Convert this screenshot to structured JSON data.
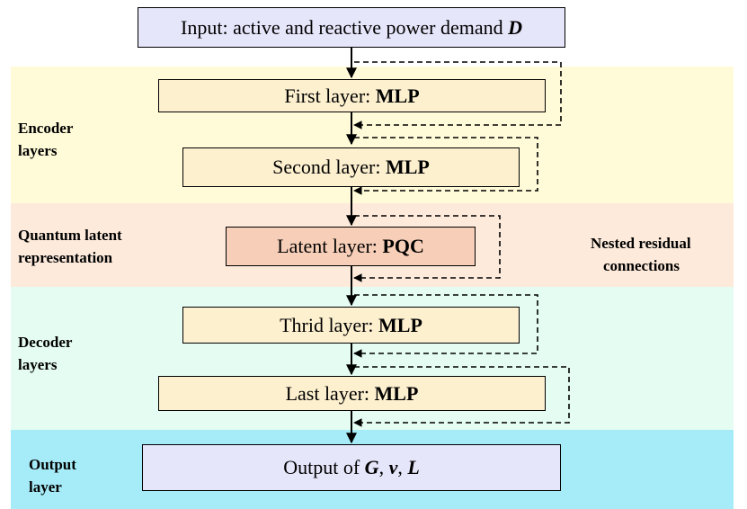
{
  "colors": {
    "encoder_band": "#fffbd8",
    "quantum_band": "#fdeadb",
    "decoder_band": "#e5fcf3",
    "output_band": "#a6ecf8",
    "io_box": "#e6e6fb",
    "mlp_box": "#fdf0cf",
    "pqc_box": "#f7cfb8"
  },
  "boxes": {
    "input": {
      "prefix": "Input: active and reactive power demand ",
      "symbol": "D"
    },
    "first": {
      "prefix": "First layer: ",
      "strong": "MLP"
    },
    "second": {
      "prefix": "Second layer: ",
      "strong": "MLP"
    },
    "latent": {
      "prefix": "Latent layer: ",
      "strong": "PQC"
    },
    "third": {
      "prefix": "Thrid layer: ",
      "strong": "MLP"
    },
    "last": {
      "prefix": "Last layer: ",
      "strong": "MLP"
    },
    "output": {
      "prefix": "Output of ",
      "sym1": "G",
      "sep1": ", ",
      "sym2": "v",
      "sep2": ", ",
      "sym3": "L"
    }
  },
  "labels": {
    "encoder_line1": "Encoder",
    "encoder_line2": "layers",
    "quantum_line1": "Quantum latent",
    "quantum_line2": "representation",
    "decoder_line1": "Decoder",
    "decoder_line2": "layers",
    "output_line1": "Output",
    "output_line2": "layer",
    "residual_line1": "Nested residual",
    "residual_line2": "connections"
  }
}
